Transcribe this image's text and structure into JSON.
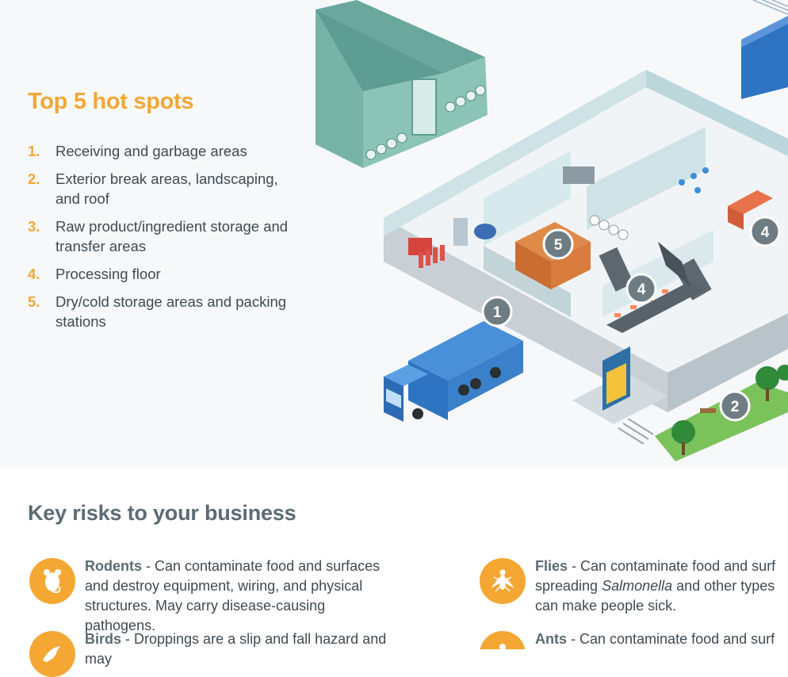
{
  "hot_spots": {
    "title": "Top 5 hot spots",
    "items": [
      {
        "num": "1.",
        "text": "Receiving and garbage areas"
      },
      {
        "num": "2.",
        "text": "Exterior break areas, landscaping, and roof"
      },
      {
        "num": "3.",
        "text": "Raw product/ingredient storage and transfer areas"
      },
      {
        "num": "4.",
        "text": "Processing floor"
      },
      {
        "num": "5.",
        "text": "Dry/cold storage areas and packing stations"
      }
    ]
  },
  "illustration": {
    "badges": [
      "1",
      "2",
      "4",
      "4",
      "5"
    ]
  },
  "risks": {
    "title": "Key risks to your business",
    "items": [
      {
        "name": "Rodents",
        "desc": " - Can contaminate food and surfaces and destroy equipment, wiring, and physical structures. May carry disease-causing pathogens.",
        "icon": "rodent-icon"
      },
      {
        "name": "Flies",
        "desc_before": " - Can contaminate food and surf",
        "desc_line2_before": "spreading ",
        "desc_em": "Salmonella",
        "desc_after": " and other types",
        "desc_line3": "can make people sick.",
        "icon": "fly-icon"
      },
      {
        "name": "Birds",
        "desc": " - Droppings are a slip and fall hazard and may",
        "icon": "bird-icon"
      },
      {
        "name": "Ants",
        "desc": " - Can contaminate food and surf",
        "icon": "ant-icon"
      }
    ]
  },
  "colors": {
    "accent": "#f4a733",
    "heading_gray": "#5c6b73",
    "text": "#404a52",
    "badge": "#6f7c84"
  }
}
